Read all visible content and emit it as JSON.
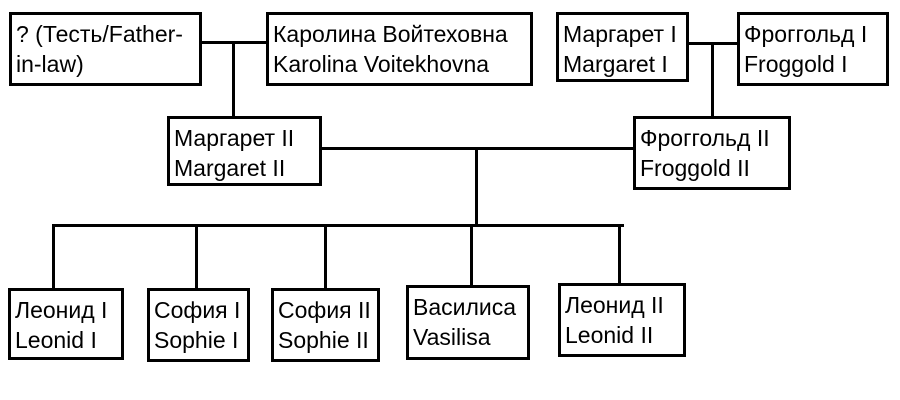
{
  "diagram": {
    "nodes": {
      "father_in_law": {
        "line1": "? (Тесть/Father-",
        "line2": "in-law)"
      },
      "karolina": {
        "line1": "Каролина Войтеховна",
        "line2": "Karolina Voitekhovna"
      },
      "margaret_1": {
        "line1": "Маргарет I",
        "line2": "Margaret I"
      },
      "froggold_1": {
        "line1": "Фроггольд I",
        "line2": "Froggold I"
      },
      "margaret_2": {
        "line1": "Маргарет II",
        "line2": "Margaret II"
      },
      "froggold_2": {
        "line1": "Фроггольд II",
        "line2": "Froggold II"
      },
      "leonid_1": {
        "line1": "Леонид I",
        "line2": "Leonid I"
      },
      "sofia_1": {
        "line1": "София I",
        "line2": "Sophie I"
      },
      "sofia_2": {
        "line1": "София II",
        "line2": "Sophie II"
      },
      "vasilisa": {
        "line1": "Василиса",
        "line2": "Vasilisa"
      },
      "leonid_2": {
        "line1": "Леонид II",
        "line2": "Leonid II"
      }
    },
    "colors": {
      "line": "#000000",
      "background": "#ffffff",
      "text": "#000000"
    }
  }
}
